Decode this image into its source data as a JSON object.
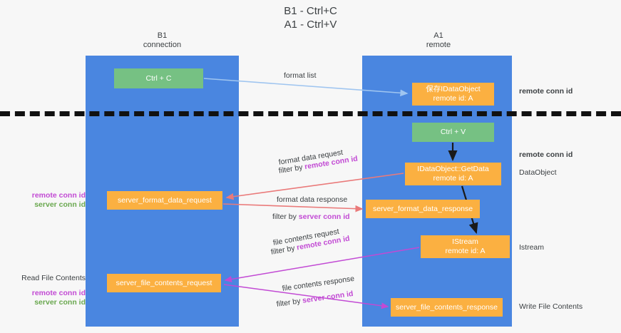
{
  "title": {
    "line1": "B1 - Ctrl+C",
    "line2": "A1 - Ctrl+V"
  },
  "lanes": [
    {
      "id": "b1",
      "line1": "B1",
      "line2": "connection",
      "color": "#4a86e0"
    },
    {
      "id": "a1",
      "line1": "A1",
      "line2": "remote",
      "color": "#4a86e0"
    }
  ],
  "colors": {
    "lane_blue": "#4a86e0",
    "node_green": "#76c183",
    "node_orange": "#fbb041",
    "arrow_blue": "#9fc5f0",
    "arrow_red": "#ea7a7a",
    "arrow_magenta": "#c24ad4",
    "arrow_black": "#1a1a1a",
    "label_purple": "#c24ad4",
    "label_green": "#6aa84f",
    "background": "#f7f7f7",
    "divider": "#111111"
  },
  "nodes": {
    "ctrl_c": {
      "label": "Ctrl + C",
      "sub": "",
      "fill": "green"
    },
    "data_object": {
      "label": "保存IDataObject",
      "sub": "remote id: A",
      "fill": "orange"
    },
    "ctrl_v": {
      "label": "Ctrl + V",
      "sub": "",
      "fill": "green"
    },
    "get_data": {
      "label": "IDataObject::GetData",
      "sub": "remote id: A",
      "fill": "orange"
    },
    "sfd_request": {
      "label": "server_format_data_request",
      "sub": "",
      "fill": "orange"
    },
    "sfd_response": {
      "label": "server_format_data_response",
      "sub": "",
      "fill": "orange"
    },
    "istream": {
      "label": "IStream",
      "sub": "remote id: A",
      "fill": "orange"
    },
    "sfc_request": {
      "label": "server_file_contents_request",
      "sub": "",
      "fill": "orange"
    },
    "sfc_response": {
      "label": "server_file_contents_response",
      "sub": "",
      "fill": "orange"
    }
  },
  "edge_labels": {
    "format_list": "format list",
    "format_data_request": "format data request",
    "format_data_request_filter_prefix": "filter by ",
    "format_data_request_filter_key": "remote conn id",
    "format_data_response": "format data response",
    "format_data_response_filter_prefix": "filter by ",
    "format_data_response_filter_key": "server conn id",
    "file_contents_request": "file contents request",
    "file_contents_request_filter_prefix": "filter by ",
    "file_contents_request_filter_key": "remote conn id",
    "file_contents_response": "file contents response",
    "file_contents_response_filter_prefix": "filter by ",
    "file_contents_response_filter_key": "server conn id"
  },
  "left_legends": {
    "middle": {
      "remote_conn_id": "remote conn id",
      "server_conn_id": "server conn id"
    },
    "bottom": {
      "heading": "Read File Contents",
      "remote_conn_id": "remote conn id",
      "server_conn_id": "server conn id"
    }
  },
  "right_legends": {
    "remote_conn_id_top": "remote conn id",
    "remote_conn_id_mid": "remote conn id",
    "data_object": "DataObject",
    "istream": "Istream",
    "write_file_contents": "Write File Contents"
  }
}
